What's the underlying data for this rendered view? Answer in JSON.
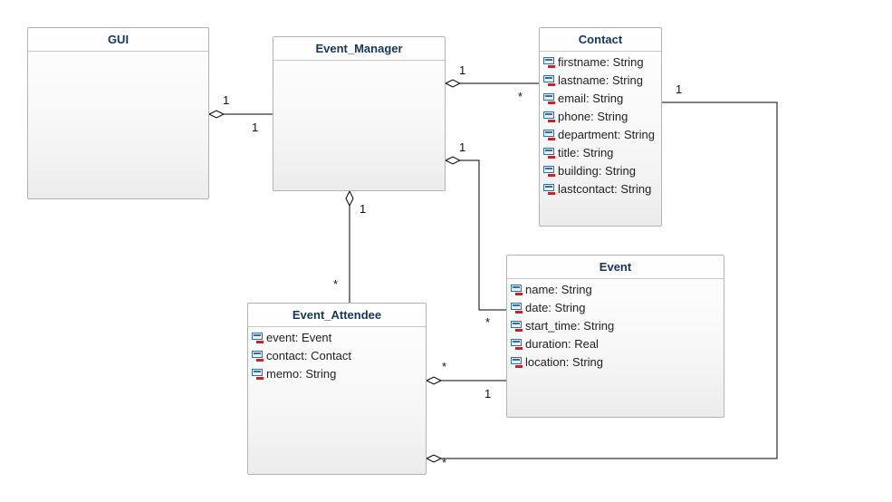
{
  "classes": {
    "gui": {
      "name": "GUI",
      "attributes": []
    },
    "event_manager": {
      "name": "Event_Manager",
      "attributes": []
    },
    "contact": {
      "name": "Contact",
      "attributes": [
        "firstname: String",
        "lastname: String",
        "email: String",
        "phone: String",
        "department: String",
        "title: String",
        "building: String",
        "lastcontact: String"
      ]
    },
    "event": {
      "name": "Event",
      "attributes": [
        "name: String",
        "date: String",
        "start_time: String",
        "duration: Real",
        "location: String"
      ]
    },
    "event_attendee": {
      "name": "Event_Attendee",
      "attributes": [
        "event: Event",
        "contact: Contact",
        "memo: String"
      ]
    }
  },
  "multiplicities": {
    "gui_em_gui_end": "1",
    "gui_em_em_end": "1",
    "em_contact_em_end": "1",
    "em_contact_contact_end": "*",
    "em_event_em_end": "1",
    "em_event_event_end": "*",
    "em_ea_em_end": "1",
    "em_ea_ea_end": "*",
    "ea_event_ea_end": "*",
    "ea_event_event_end": "1",
    "contact_ea_contact_end": "1",
    "contact_ea_ea_end": "*"
  },
  "icons": {
    "attribute": "attribute-field-icon",
    "aggregation": "aggregation-diamond"
  },
  "colors": {
    "class_title": "#17365d",
    "border": "#b3b3b3",
    "line": "#000000",
    "icon_blue": "#2f6fae",
    "icon_red": "#d02020"
  }
}
